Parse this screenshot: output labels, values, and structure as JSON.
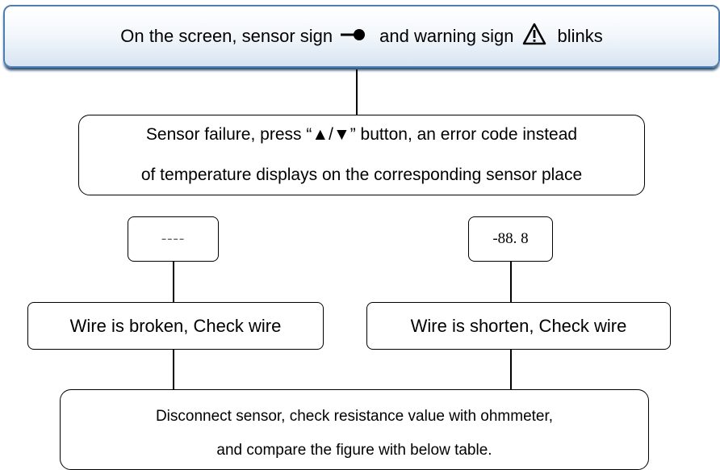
{
  "banner": {
    "text_before_sensor": "On the screen, sensor sign",
    "text_between": "and warning sign",
    "text_after_warning": "blinks",
    "sensor_icon": "sensor-sign-icon",
    "warning_icon": "warning-triangle-icon"
  },
  "failure_box": {
    "line1": "Sensor failure, press “▲/▼” button, an error code instead",
    "line2": "of temperature displays on the corresponding sensor place"
  },
  "displays": {
    "broken_code": "----",
    "short_code": "-88. 8"
  },
  "actions": {
    "broken": "Wire is broken, Check wire",
    "shorten": "Wire is shorten, Check wire"
  },
  "final_box": {
    "line1": "Disconnect sensor, check resistance value with ohmmeter,",
    "line2": "and compare the figure with below table."
  },
  "colors": {
    "banner_border": "#4f7fb0",
    "banner_shadow": "#28486c",
    "lines": "#000000"
  }
}
